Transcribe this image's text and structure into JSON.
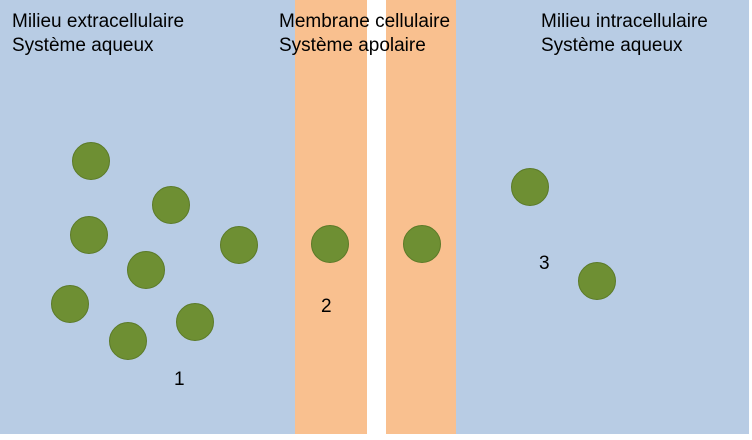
{
  "colors": {
    "aqueous_blue": "#b8cce4",
    "membrane_orange": "#f9c08f",
    "molecule_green": "#6e8f33"
  },
  "extracellular": {
    "line1": "Milieu extracellulaire",
    "line2": "Système aqueux",
    "number": "1"
  },
  "membrane": {
    "line1": "Membrane cellulaire",
    "line2": "Système apolaire",
    "number": "2"
  },
  "intracellular": {
    "line1": "Milieu intracellulaire",
    "line2": "Système aqueux",
    "number": "3"
  }
}
